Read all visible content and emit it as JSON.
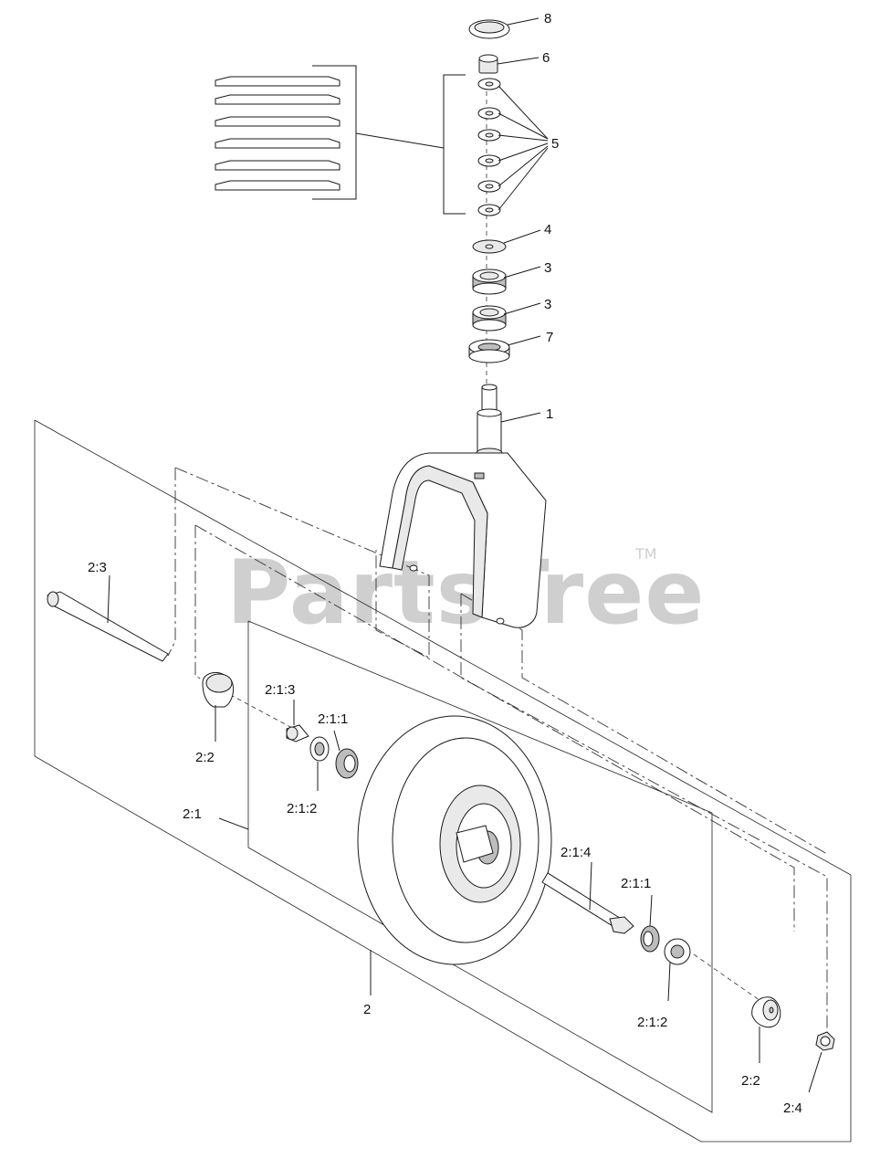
{
  "watermark": {
    "brand": "PartsTree",
    "trademark": "TM"
  },
  "callouts": {
    "p8": "8",
    "p6": "6",
    "p5": "5",
    "p4": "4",
    "p3a": "3",
    "p3b": "3",
    "p7": "7",
    "p1": "1",
    "p2_3": "2:3",
    "p2_1_3": "2:1:3",
    "p2_1_1a": "2:1:1",
    "p2_2a": "2:2",
    "p2_1_2a": "2:1:2",
    "p2_1": "2:1",
    "p2_1_4": "2:1:4",
    "p2_1_1b": "2:1:1",
    "p2": "2",
    "p2_1_2b": "2:1:2",
    "p2_2b": "2:2",
    "p2_4": "2:4"
  }
}
